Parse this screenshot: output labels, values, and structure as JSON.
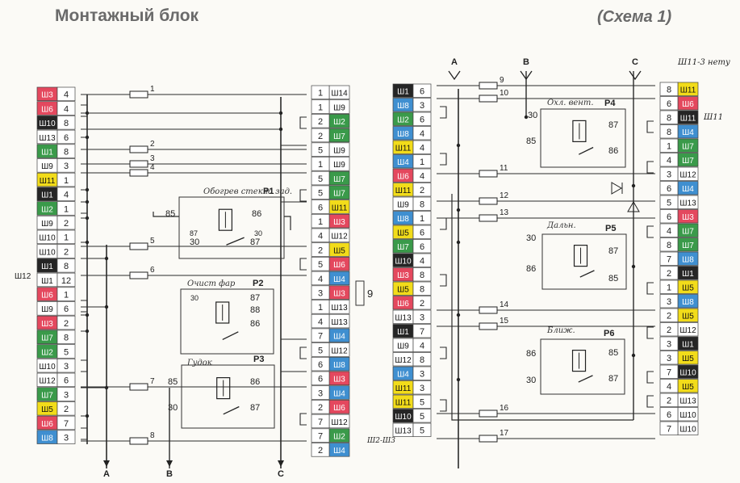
{
  "title": "Монтажный блок",
  "subtitle": "(Схема 1)",
  "colors": {
    "red": "#e4485e",
    "blue": "#3f8fd0",
    "green": "#3a9a4a",
    "white": "#ffffff",
    "yellow": "#f2dc1a",
    "black": "#252525",
    "pink": "#e879a8",
    "lblue": "#8ab8e6",
    "purple": "#a060b0",
    "orange": "#e8742c"
  },
  "left_block_label": "Ш12",
  "left_block": [
    {
      "c": "Ш3",
      "n": "4",
      "col": "red"
    },
    {
      "c": "Ш6",
      "n": "4",
      "col": "red"
    },
    {
      "c": "Ш10",
      "n": "8",
      "col": "black"
    },
    {
      "c": "Ш13",
      "n": "6",
      "col": "white"
    },
    {
      "c": "Ш1",
      "n": "8",
      "col": "green"
    },
    {
      "c": "Ш9",
      "n": "3",
      "col": "white"
    },
    {
      "c": "Ш11",
      "n": "1",
      "col": "yellow"
    },
    {
      "c": "Ш1",
      "n": "4",
      "col": "black"
    },
    {
      "c": "Ш2",
      "n": "1",
      "col": "green"
    },
    {
      "c": "Ш9",
      "n": "2",
      "col": "white"
    },
    {
      "c": "Ш10",
      "n": "1",
      "col": "white"
    },
    {
      "c": "Ш10",
      "n": "2",
      "col": "white"
    },
    {
      "c": "Ш1",
      "n": "8",
      "col": "black"
    },
    {
      "c": "Ш1",
      "n": "12",
      "col": "white"
    },
    {
      "c": "Ш6",
      "n": "1",
      "col": "red"
    },
    {
      "c": "Ш9",
      "n": "6",
      "col": "white"
    },
    {
      "c": "Ш3",
      "n": "2",
      "col": "red"
    },
    {
      "c": "Ш7",
      "n": "8",
      "col": "green"
    },
    {
      "c": "Ш2",
      "n": "5",
      "col": "green"
    },
    {
      "c": "Ш10",
      "n": "3",
      "col": "white"
    },
    {
      "c": "Ш12",
      "n": "6",
      "col": "white"
    },
    {
      "c": "Ш7",
      "n": "3",
      "col": "green"
    },
    {
      "c": "Ш5",
      "n": "2",
      "col": "yellow"
    },
    {
      "c": "Ш6",
      "n": "7",
      "col": "red"
    },
    {
      "c": "Ш8",
      "n": "3",
      "col": "blue"
    }
  ],
  "mid_block": [
    {
      "n": "1",
      "c": "Ш14",
      "col": "white"
    },
    {
      "n": "1",
      "c": "Ш9",
      "col": "white"
    },
    {
      "n": "2",
      "c": "Ш2",
      "col": "green"
    },
    {
      "n": "2",
      "c": "Ш7",
      "col": "green"
    },
    {
      "n": "5",
      "c": "Ш9",
      "col": "white"
    },
    {
      "n": "1",
      "c": "Ш9",
      "col": "white"
    },
    {
      "n": "5",
      "c": "Ш7",
      "col": "green"
    },
    {
      "n": "5",
      "c": "Ш7",
      "col": "green"
    },
    {
      "n": "6",
      "c": "Ш11",
      "col": "yellow"
    },
    {
      "n": "1",
      "c": "Ш3",
      "col": "red"
    },
    {
      "n": "4",
      "c": "Ш12",
      "col": "white"
    },
    {
      "n": "2",
      "c": "Ш5",
      "col": "yellow"
    },
    {
      "n": "5",
      "c": "Ш6",
      "col": "red"
    },
    {
      "n": "4",
      "c": "Ш4",
      "col": "blue"
    },
    {
      "n": "3",
      "c": "Ш3",
      "col": "red"
    },
    {
      "n": "1",
      "c": "Ш13",
      "col": "white"
    },
    {
      "n": "4",
      "c": "Ш13",
      "col": "white"
    },
    {
      "n": "7",
      "c": "Ш4",
      "col": "blue"
    },
    {
      "n": "5",
      "c": "Ш12",
      "col": "white"
    },
    {
      "n": "6",
      "c": "Ш8",
      "col": "blue"
    },
    {
      "n": "6",
      "c": "Ш3",
      "col": "red"
    },
    {
      "n": "3",
      "c": "Ш4",
      "col": "blue"
    },
    {
      "n": "2",
      "c": "Ш6",
      "col": "red"
    },
    {
      "n": "7",
      "c": "Ш12",
      "col": "white"
    },
    {
      "n": "7",
      "c": "Ш2",
      "col": "green"
    },
    {
      "n": "2",
      "c": "Ш4",
      "col": "blue"
    }
  ],
  "right_left_block": [
    {
      "c": "Ш1",
      "n": "6",
      "col": "black"
    },
    {
      "c": "Ш8",
      "n": "3",
      "col": "blue"
    },
    {
      "c": "Ш2",
      "n": "6",
      "col": "green"
    },
    {
      "c": "Ш8",
      "n": "4",
      "col": "blue"
    },
    {
      "c": "Ш11",
      "n": "4",
      "col": "yellow"
    },
    {
      "c": "Ш4",
      "n": "1",
      "col": "blue"
    },
    {
      "c": "Ш6",
      "n": "4",
      "col": "red"
    },
    {
      "c": "Ш11",
      "n": "2",
      "col": "yellow"
    },
    {
      "c": "Ш9",
      "n": "8",
      "col": "white"
    },
    {
      "c": "Ш8",
      "n": "1",
      "col": "blue"
    },
    {
      "c": "Ш5",
      "n": "6",
      "col": "yellow"
    },
    {
      "c": "Ш7",
      "n": "6",
      "col": "green"
    },
    {
      "c": "Ш10",
      "n": "4",
      "col": "black"
    },
    {
      "c": "Ш3",
      "n": "8",
      "col": "red"
    },
    {
      "c": "Ш5",
      "n": "8",
      "col": "yellow"
    },
    {
      "c": "Ш6",
      "n": "2",
      "col": "red"
    },
    {
      "c": "Ш13",
      "n": "3",
      "col": "white"
    },
    {
      "c": "Ш1",
      "n": "7",
      "col": "black"
    },
    {
      "c": "Ш9",
      "n": "4",
      "col": "white"
    },
    {
      "c": "Ш12",
      "n": "8",
      "col": "white"
    },
    {
      "c": "Ш4",
      "n": "3",
      "col": "blue"
    },
    {
      "c": "Ш11",
      "n": "3",
      "col": "yellow"
    },
    {
      "c": "Ш11",
      "n": "5",
      "col": "yellow"
    },
    {
      "c": "Ш10",
      "n": "5",
      "col": "black"
    },
    {
      "c": "Ш13",
      "n": "5",
      "col": "white"
    }
  ],
  "right_block": [
    {
      "n": "8",
      "c": "Ш11",
      "col": "yellow"
    },
    {
      "n": "6",
      "c": "Ш6",
      "col": "red"
    },
    {
      "n": "8",
      "c": "Ш11",
      "col": "black"
    },
    {
      "n": "8",
      "c": "Ш4",
      "col": "blue"
    },
    {
      "n": "1",
      "c": "Ш7",
      "col": "green"
    },
    {
      "n": "4",
      "c": "Ш7",
      "col": "green"
    },
    {
      "n": "3",
      "c": "Ш12",
      "col": "white"
    },
    {
      "n": "6",
      "c": "Ш4",
      "col": "blue"
    },
    {
      "n": "5",
      "c": "Ш13",
      "col": "white"
    },
    {
      "n": "6",
      "c": "Ш3",
      "col": "red"
    },
    {
      "n": "4",
      "c": "Ш7",
      "col": "green"
    },
    {
      "n": "8",
      "c": "Ш7",
      "col": "green"
    },
    {
      "n": "7",
      "c": "Ш8",
      "col": "blue"
    },
    {
      "n": "2",
      "c": "Ш1",
      "col": "black"
    },
    {
      "n": "1",
      "c": "Ш5",
      "col": "yellow"
    },
    {
      "n": "3",
      "c": "Ш8",
      "col": "blue"
    },
    {
      "n": "2",
      "c": "Ш5",
      "col": "yellow"
    },
    {
      "n": "2",
      "c": "Ш12",
      "col": "white"
    },
    {
      "n": "3",
      "c": "Ш1",
      "col": "black"
    },
    {
      "n": "3",
      "c": "Ш5",
      "col": "yellow"
    },
    {
      "n": "7",
      "c": "Ш10",
      "col": "black"
    },
    {
      "n": "4",
      "c": "Ш5",
      "col": "yellow"
    },
    {
      "n": "2",
      "c": "Ш13",
      "col": "white"
    },
    {
      "n": "6",
      "c": "Ш10",
      "col": "white"
    },
    {
      "n": "7",
      "c": "Ш10",
      "col": "white"
    }
  ],
  "relays": [
    {
      "name": "P1",
      "note": "Обогрев стекла зад.",
      "pins": [
        "85",
        "86",
        "87",
        "30",
        "30",
        "87"
      ]
    },
    {
      "name": "P2",
      "note": "Очист фар",
      "pins": [
        "30",
        "87",
        "88",
        "86"
      ]
    },
    {
      "name": "P3",
      "note": "Гудок",
      "pins": [
        "85",
        "86",
        "30",
        "87"
      ]
    },
    {
      "name": "P4",
      "note": "Охл. вент.",
      "pins": [
        "30",
        "87",
        "85",
        "86"
      ]
    },
    {
      "name": "P5",
      "note": "Дальн.",
      "pins": [
        "30",
        "87",
        "86",
        "85"
      ]
    },
    {
      "name": "P6",
      "note": "Ближ.",
      "pins": [
        "86",
        "85",
        "30",
        "87"
      ]
    }
  ],
  "fuses_left": [
    "1",
    "2",
    "3",
    "4",
    "5",
    "6",
    "7",
    "8"
  ],
  "fuses_right": [
    "9",
    "10",
    "11",
    "12",
    "13",
    "14",
    "15",
    "16",
    "17"
  ],
  "buses": [
    "A",
    "B",
    "C"
  ],
  "fuse_9_side": "9",
  "annotations": {
    "right_top": "Ш11-3 нету",
    "right_ш11": "Ш11",
    "bottom_left": "Ш2-Ш3"
  }
}
